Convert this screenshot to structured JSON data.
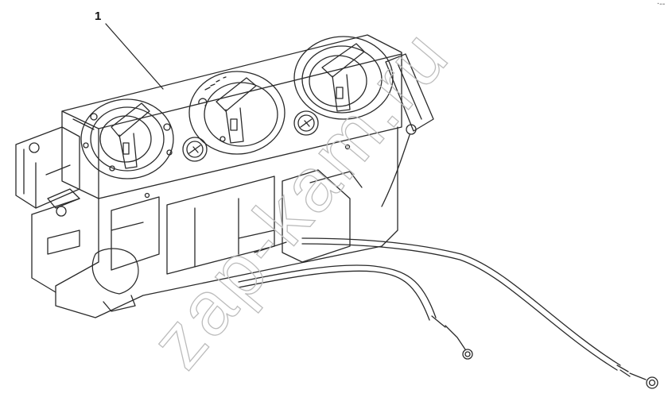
{
  "callout": {
    "label": "1"
  },
  "watermark": {
    "text": "zap-kam.ru"
  },
  "corner_mark": {
    "text": "·--"
  },
  "colors": {
    "line": "#2a2a2a",
    "watermark": "#c9c9c9",
    "background": "#ffffff"
  },
  "icons": [
    "heater-control-unit-drawing",
    "fan-speed-knob-icon",
    "temperature-knob-icon",
    "air-distribution-knob-icon"
  ]
}
